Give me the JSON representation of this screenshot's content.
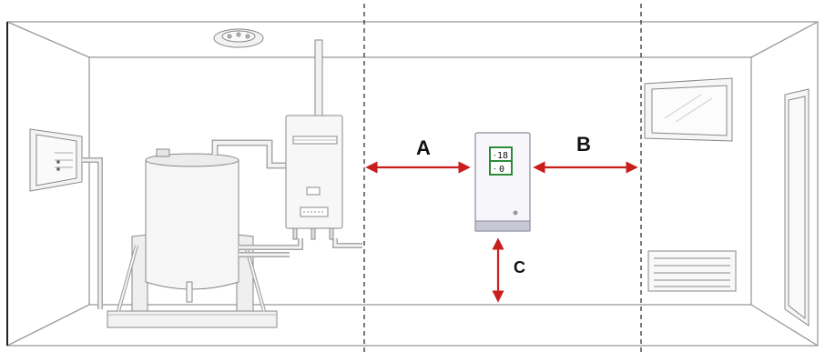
{
  "diagram": {
    "labels": {
      "a": "A",
      "b": "B",
      "c": "C"
    },
    "detector_display": {
      "line1": "18",
      "line2": "0"
    },
    "colors": {
      "arrow": "#c81e1e",
      "display_border": "#2e8b3a",
      "line": "#8a8a8a"
    }
  }
}
